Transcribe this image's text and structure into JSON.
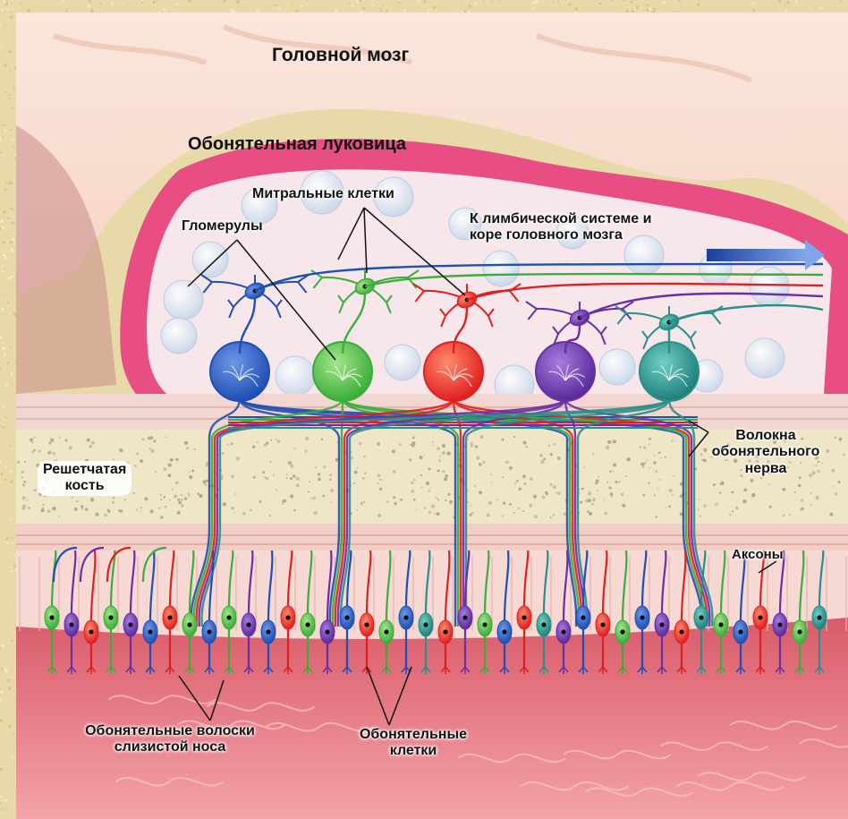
{
  "labels": {
    "brain": "Головной мозг",
    "bulb": "Обонятельная луковица",
    "mitral": "Митральные клетки",
    "glomeruli": "Гломерулы",
    "limbic_line1": "К лимбической системе и",
    "limbic_line2": "коре головного мозга",
    "fibers_line1": "Волокна",
    "fibers_line2": "обонятельного",
    "fibers_line3": "нерва",
    "bone_line1": "Решетчатая",
    "bone_line2": "кость",
    "axons": "Аксоны",
    "hairs_line1": "Обонятельные волоски",
    "hairs_line2": "слизистой носа",
    "cells_line1": "Обонятельные",
    "cells_line2": "клетки"
  },
  "colors": {
    "neuron_blue": "#1f4fb5",
    "neuron_green": "#3aae3a",
    "neuron_red": "#e02020",
    "neuron_purple": "#6a2fa8",
    "neuron_teal": "#2a8f8a",
    "bulb_pink": "#e84d83",
    "bone": "#efe6c8",
    "mucosa": "#e7808c",
    "frame": "#e8d9a8"
  }
}
